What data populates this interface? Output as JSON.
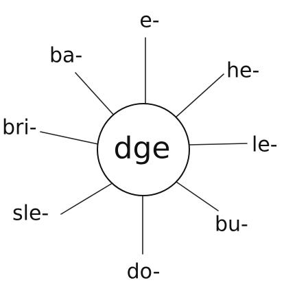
{
  "center": {
    "label": "dge"
  },
  "prefixes": [
    {
      "id": "e",
      "label": "e-"
    },
    {
      "id": "he",
      "label": "he-"
    },
    {
      "id": "le",
      "label": "le-"
    },
    {
      "id": "bu",
      "label": "bu-"
    },
    {
      "id": "do",
      "label": "do-"
    },
    {
      "id": "sle",
      "label": "sle-"
    },
    {
      "id": "bri",
      "label": "bri-"
    },
    {
      "id": "ba",
      "label": "ba-"
    }
  ]
}
